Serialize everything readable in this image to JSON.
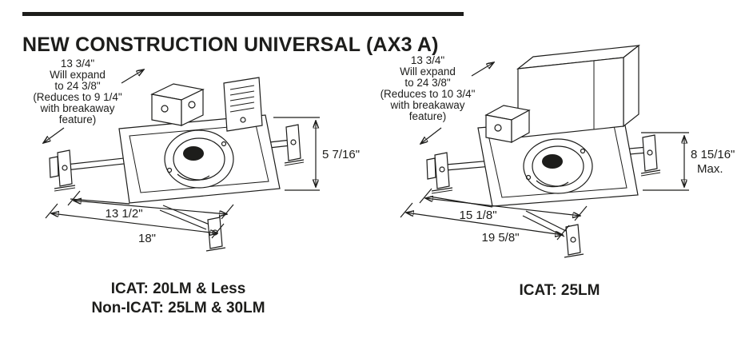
{
  "title": "NEW CONSTRUCTION UNIVERSAL (AX3 A)",
  "left_diagram": {
    "expand_note": {
      "line1": "13 3/4\"",
      "line2": "Will expand",
      "line3": "to 24 3/8\"",
      "line4": "(Reduces to 9 1/4\"",
      "line5": "with breakaway",
      "line6": "feature)"
    },
    "height_dim": "5 7/16\"",
    "width_dim_inner": "13 1/2\"",
    "width_dim_outer": "18\"",
    "caption": {
      "line1": "ICAT: 20LM & Less",
      "line2": "Non-ICAT: 25LM & 30LM"
    }
  },
  "right_diagram": {
    "expand_note": {
      "line1": "13 3/4\"",
      "line2": "Will expand",
      "line3": "to 24 3/8\"",
      "line4": "(Reduces to 10 3/4\"",
      "line5": "with breakaway",
      "line6": "feature)"
    },
    "height_dim": "8 15/16\"",
    "height_dim_note": "Max.",
    "width_dim_inner": "15 1/8\"",
    "width_dim_outer": "19 5/8\"",
    "caption": {
      "line1": "ICAT: 25LM"
    }
  },
  "colors": {
    "line": "#1d1d1b",
    "background": "#ffffff"
  }
}
